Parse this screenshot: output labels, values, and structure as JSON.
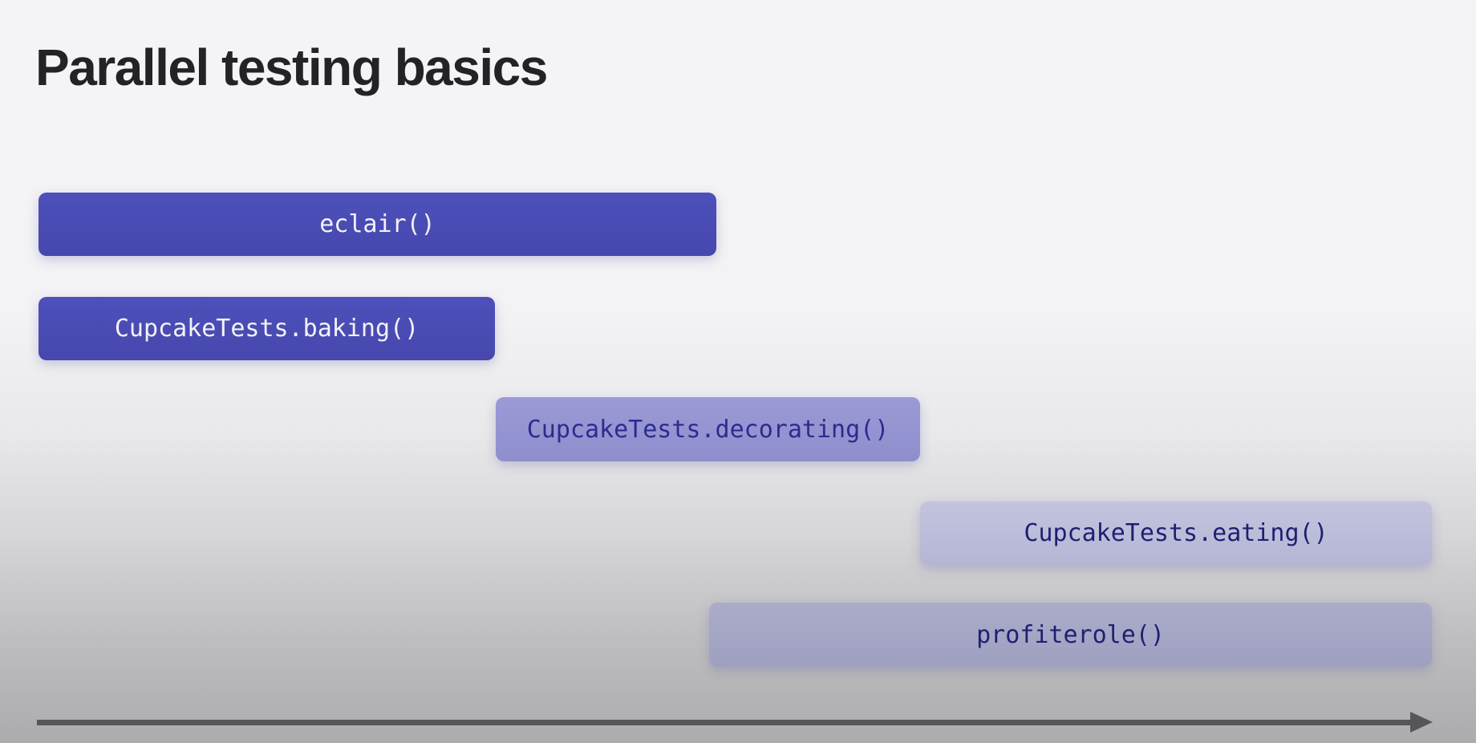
{
  "slide": {
    "title": "Parallel testing basics"
  },
  "colors": {
    "background_top": "#f4f4f6",
    "background_bottom": "#acacae",
    "title_text": "#232327",
    "bar_dark_indigo": "#4a4cb5",
    "bar_medium_purple": "#9695d2",
    "bar_light_periwinkle": "#bcbdda",
    "bar_muted_lavender": "#a4a5c5",
    "text_on_dark": "#f2f2f8",
    "text_on_medium": "#2c2b90",
    "text_on_light": "#1f1f72",
    "axis_arrow": "#56565a"
  },
  "chart_data": {
    "type": "bar",
    "subtype": "gantt-timeline",
    "title": "Parallel testing basics",
    "xlabel": "time (unlabeled horizontal arrow axis, left to right)",
    "axis_range": [
      0,
      1
    ],
    "grid": false,
    "legend": false,
    "bars": [
      {
        "label": "eclair()",
        "row": 1,
        "start_frac": 0.0,
        "end_frac": 0.49,
        "color": "#4a4cb5",
        "text_color": "#f2f2f8"
      },
      {
        "label": "CupcakeTests.baking()",
        "row": 2,
        "start_frac": 0.0,
        "end_frac": 0.33,
        "color": "#4a4cb5",
        "text_color": "#f2f2f8"
      },
      {
        "label": "CupcakeTests.decorating()",
        "row": 3,
        "start_frac": 0.33,
        "end_frac": 0.63,
        "color": "#9695d2",
        "text_color": "#2c2b90"
      },
      {
        "label": "CupcakeTests.eating()",
        "row": 4,
        "start_frac": 0.63,
        "end_frac": 1.0,
        "color": "#bcbdda",
        "text_color": "#1f1f72"
      },
      {
        "label": "profiterole()",
        "row": 5,
        "start_frac": 0.48,
        "end_frac": 1.0,
        "color": "#a4a5c5",
        "text_color": "#1f1f72"
      }
    ]
  }
}
